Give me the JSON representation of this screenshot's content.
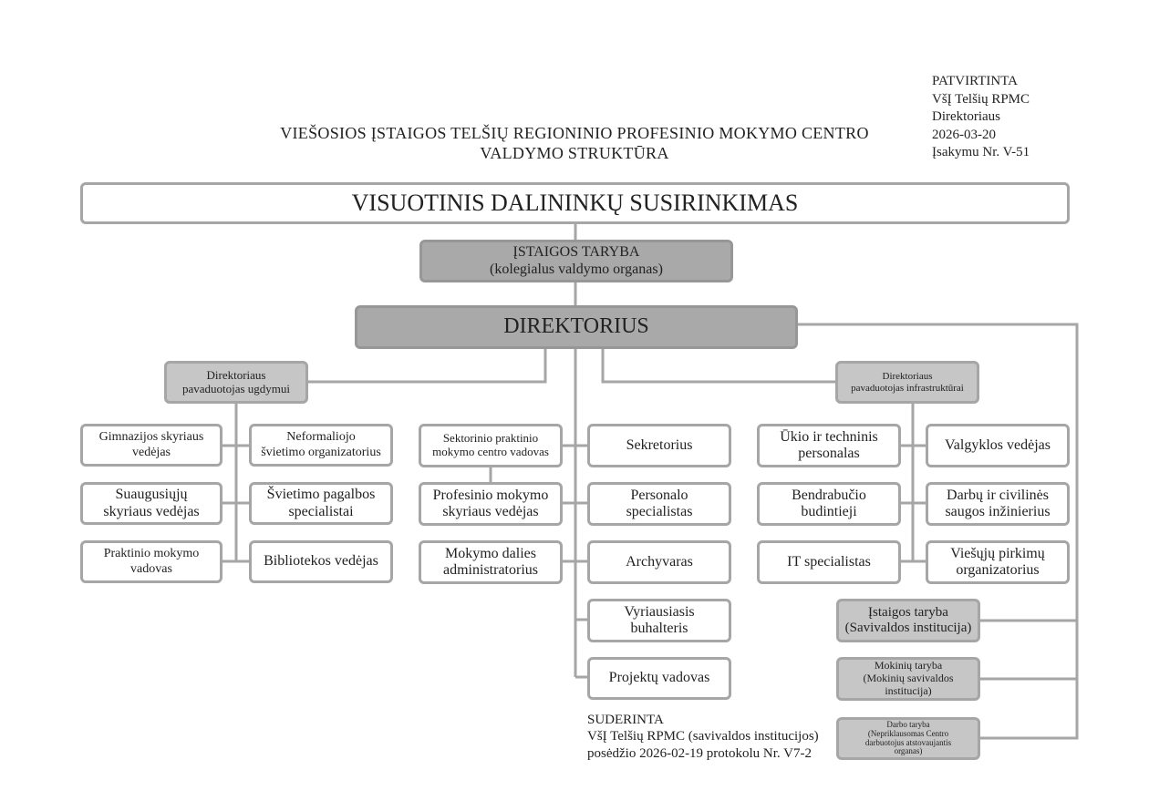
{
  "title": "VIEŠOSIOS ĮSTAIGOS TELŠIŲ REGIONINIO PROFESINIO MOKYMO CENTRO\nVALDYMO STRUKTŪRA",
  "approval": "PATVIRTINTA\nVšĮ Telšių RPMC\nDirektoriaus\n2026-03-20\nĮsakymu Nr. V-51",
  "agreed": "SUDERINTA\nVšĮ Telšių RPMC (savivaldos institucijos)\nposėdžio 2026-02-19 protokolu Nr. V7-2",
  "top": {
    "assembly": "VISUOTINIS DALININKŲ SUSIRINKIMAS",
    "board": "ĮSTAIGOS TARYBA\n(kolegialus valdymo organas)",
    "director": "DIREKTORIUS"
  },
  "deputies": {
    "education": "Direktoriaus\npavaduotojas ugdymui",
    "infrastructure": "Direktoriaus\npavaduotojas infrastruktūrai"
  },
  "education_units": [
    "Gimnazijos skyriaus\nvedėjas",
    "Neformaliojo\nšvietimo organizatorius",
    "Suaugusiųjų\nskyriaus vedėjas",
    "Švietimo pagalbos\nspecialistai",
    "Praktinio mokymo\nvadovas",
    "Bibliotekos vedėjas"
  ],
  "center_units": [
    "Sektorinio praktinio\nmokymo centro vadovas",
    "Profesinio mokymo\nskyriaus vedėjas",
    "Mokymo dalies\nadministratorius"
  ],
  "staff_units": [
    "Sekretorius",
    "Personalo\nspecialistas",
    "Archyvaras",
    "Vyriausiasis\nbuhalteris",
    "Projektų vadovas"
  ],
  "infrastructure_units": [
    "Ūkio ir techninis\npersonalas",
    "Valgyklos vedėjas",
    "Bendrabučio\nbudintieji",
    "Darbų ir civilinės\nsaugos inžinierius",
    "IT specialistas",
    "Viešųjų pirkimų\norganizatorius"
  ],
  "self_government": [
    "Įstaigos taryba\n(Savivaldos institucija)",
    "Mokinių taryba\n(Mokinių savivaldos institucija)",
    "Darbo taryba\n(Nepriklausomas Centro\ndarbuotojus atstovaujantis\norganas)"
  ]
}
